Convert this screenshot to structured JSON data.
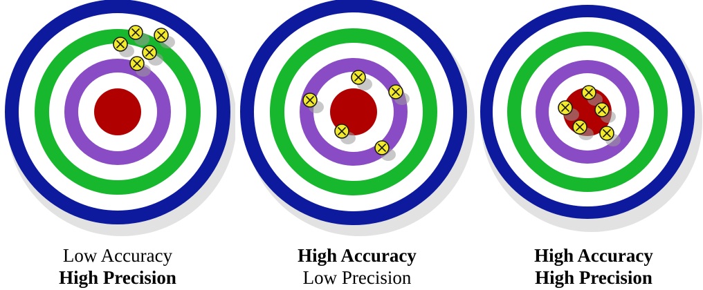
{
  "colors": {
    "blue_ring": "#0d1a9e",
    "white_ring": "#ffffff",
    "green_ring": "#18b82e",
    "purple_ring": "#8a4cc4",
    "bullseye": "#b00000",
    "dot_fill": "#f2ea2a",
    "dot_outline": "#1a1a1a",
    "shadow": "#9a9a9a"
  },
  "panels": [
    {
      "accuracy": {
        "text": "Low Accuracy",
        "bold": false
      },
      "precision": {
        "text": "High Precision",
        "bold": true
      }
    },
    {
      "accuracy": {
        "text": "High Accuracy",
        "bold": true
      },
      "precision": {
        "text": "Low Precision",
        "bold": false
      }
    },
    {
      "accuracy": {
        "text": "High Accuracy",
        "bold": true
      },
      "precision": {
        "text": "High Precision",
        "bold": true
      }
    }
  ]
}
